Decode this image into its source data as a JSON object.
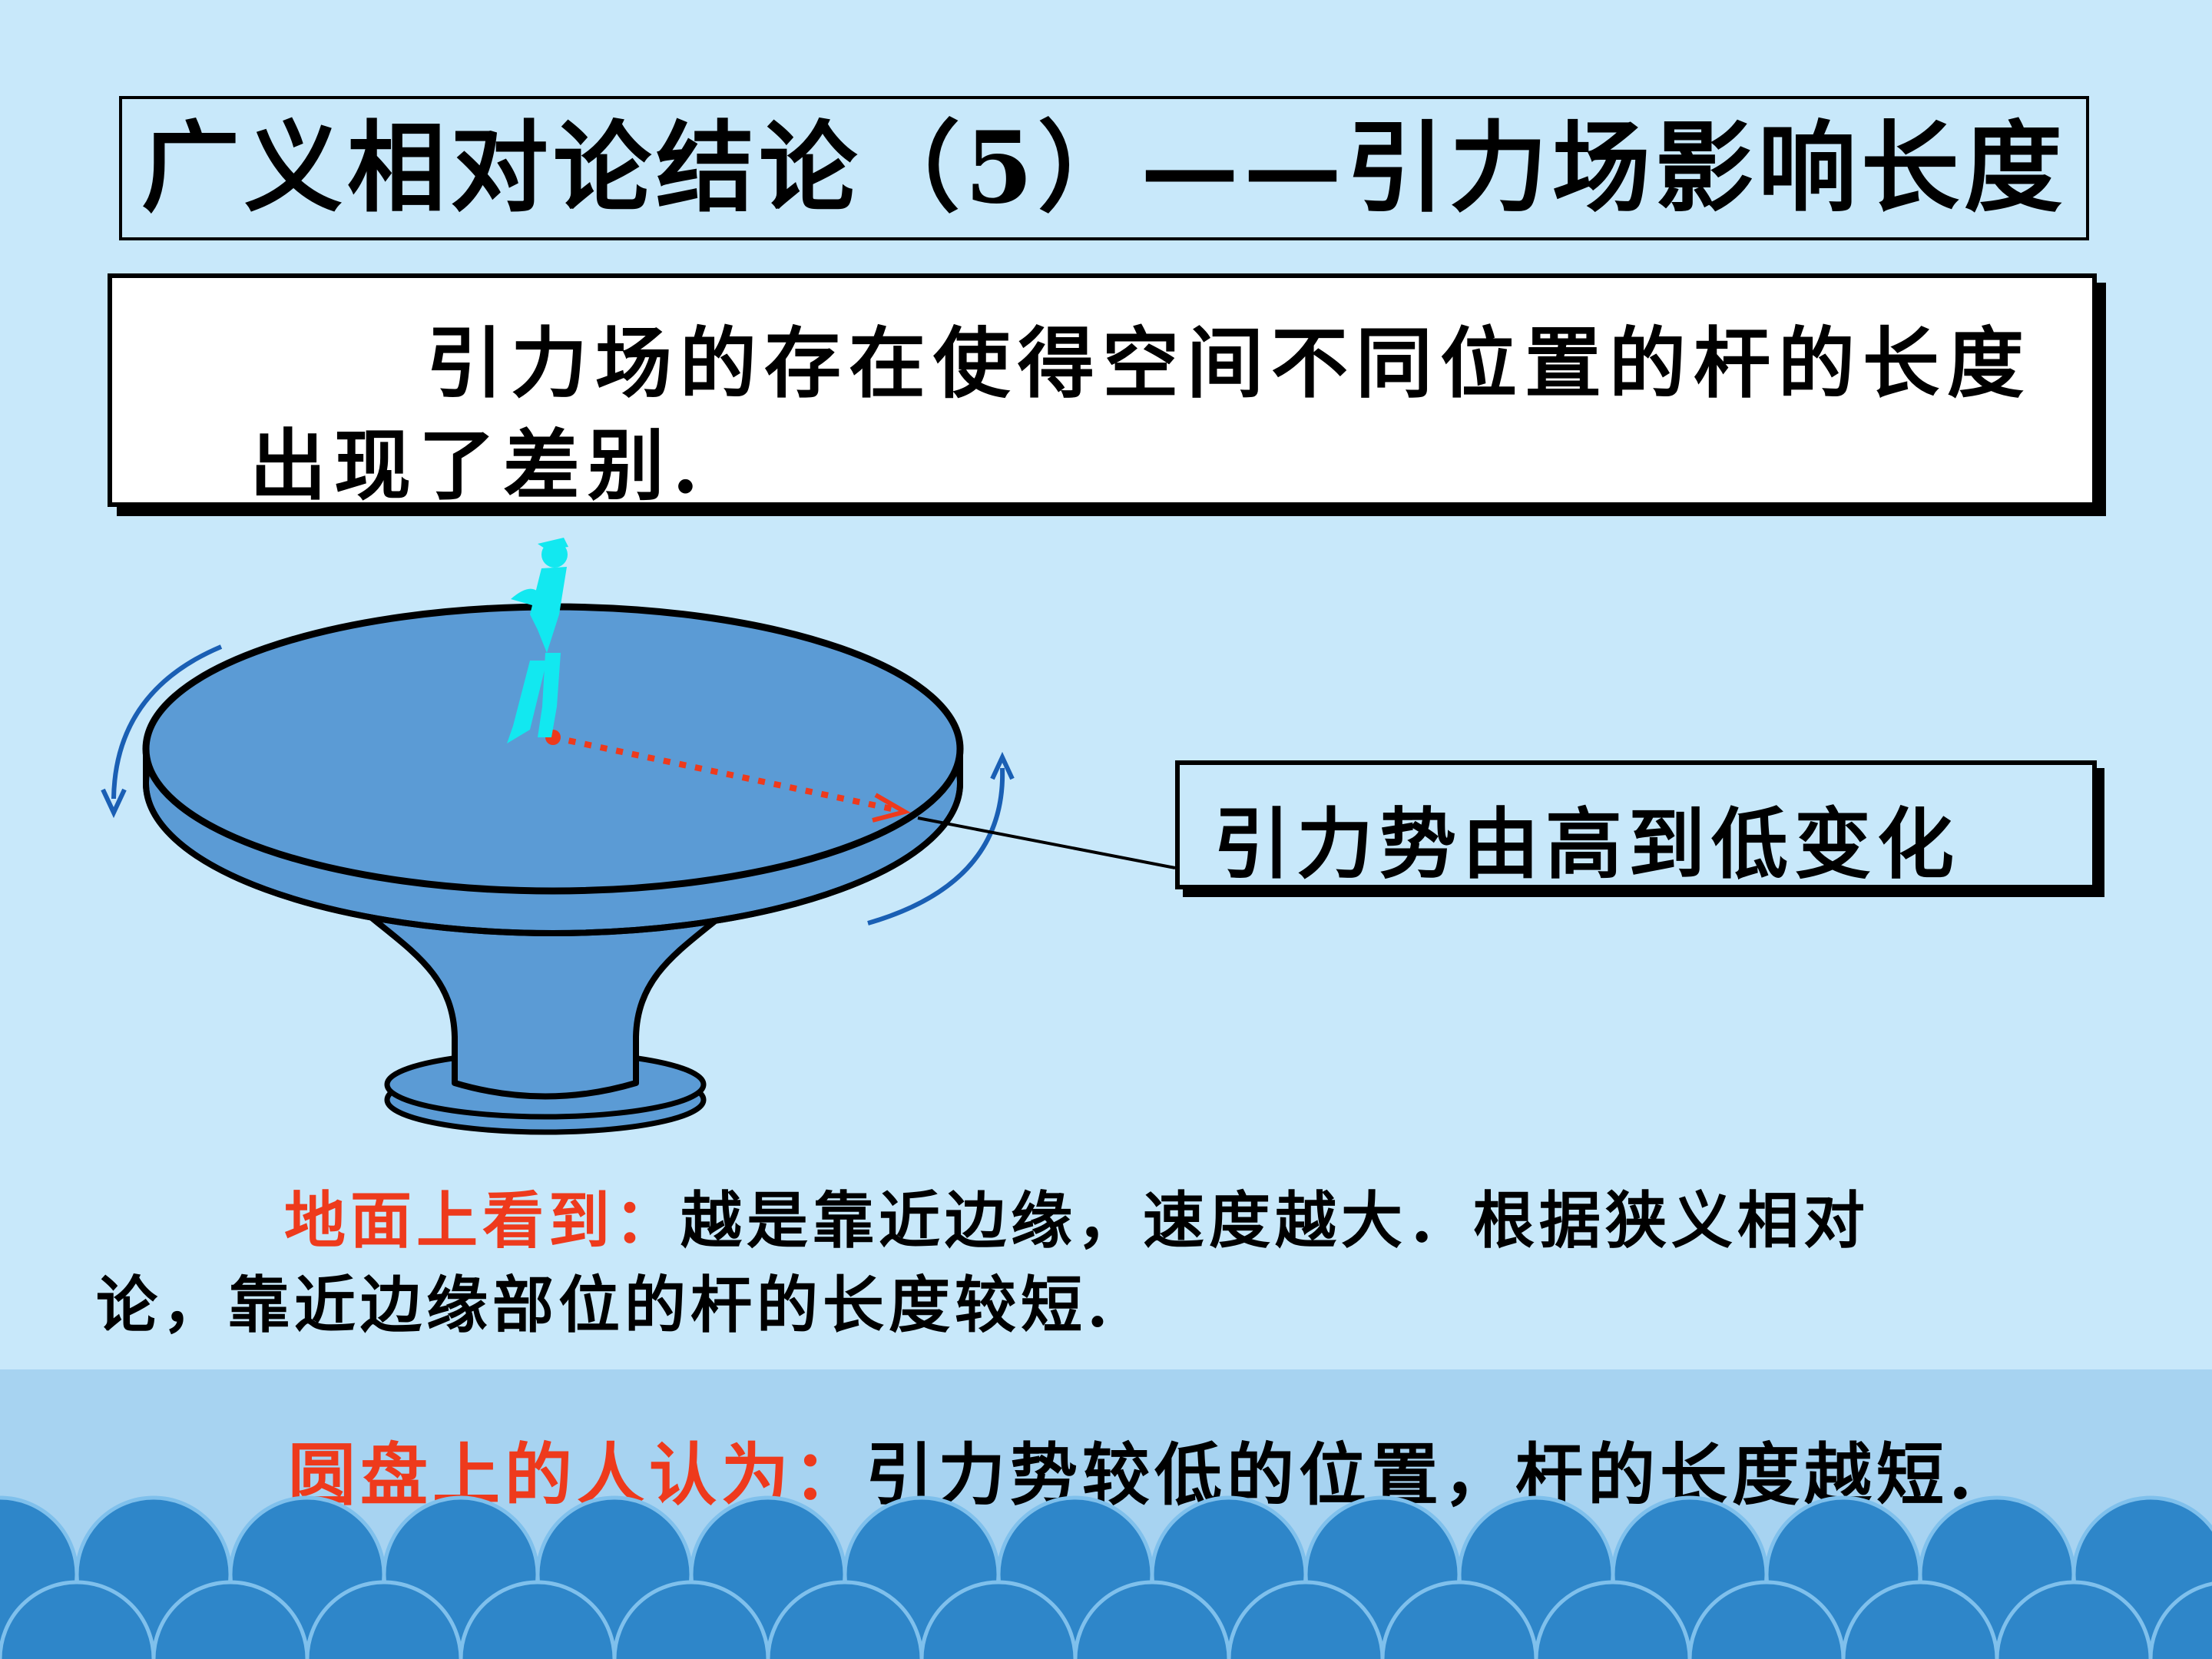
{
  "title": "广义相对论结论（5）——引力场影响长度",
  "intro": {
    "line1": "引力场的存在使得空间不同位置的杆的长度",
    "line2": "出现了差别."
  },
  "diagram_label": "引力势由高到低变化",
  "ground_observer": {
    "prefix": "地面上看到：",
    "line1_rest": "越是靠近边缘，速度越大．根据狭义相对",
    "line2": "论，靠近边缘部位的杆的长度较短."
  },
  "disk_observer": {
    "prefix": "圆盘上的人认为：",
    "rest": "引力势较低的位置，杆的长度越短."
  },
  "colors": {
    "background": "#c8e8fa",
    "disk": "#5b9bd5",
    "person": "#12e8f0",
    "arrow": "#ee3a1c",
    "rotation_arrows": "#1a5fb4",
    "highlight_text": "#ee3a1c",
    "waves": "#2e86c9"
  }
}
